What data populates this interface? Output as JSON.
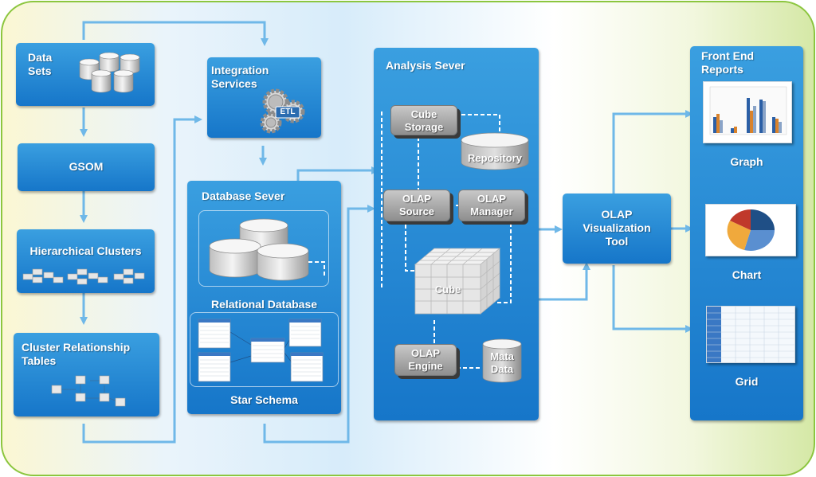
{
  "boxes": {
    "data_sets": "Data\nSets",
    "gsom": "GSOM",
    "hierarchical_clusters": "Hierarchical Clusters",
    "cluster_relationship_tables": "Cluster Relationship\nTables",
    "integration_services": "Integration\nServices",
    "etl": "ETL",
    "database_server": "Database Sever",
    "relational_database": "Relational Database",
    "star_schema": "Star Schema",
    "analysis_server": "Analysis Sever",
    "cube_storage": "Cube\nStorage",
    "repository": "Repository",
    "olap_source": "OLAP\nSource",
    "olap_manager": "OLAP\nManager",
    "cube": "Cube",
    "olap_engine": "OLAP\nEngine",
    "meta_data": "Mata\nData",
    "olap_visualization_tool": "OLAP\nVisualization\nTool",
    "front_end_reports": "Front End\nReports",
    "graph": "Graph",
    "chart": "Chart",
    "grid": "Grid"
  },
  "colors": {
    "box_top": "#3a9fe0",
    "box_bottom": "#1676c9",
    "arrow": "#6fb8e8",
    "frame_border": "#8cc63f",
    "gray_component": "#a8a8a8"
  },
  "icons": {
    "data_sets": "database-cylinders-icon",
    "integration_services": "etl-gears-icon",
    "database_server": "database-cylinders-icon",
    "relational_database": "star-schema-tables-icon",
    "cube": "olap-cube-icon",
    "graph": "bar-chart-thumbnail-icon",
    "chart": "pie-chart-thumbnail-icon",
    "grid": "data-grid-thumbnail-icon"
  }
}
